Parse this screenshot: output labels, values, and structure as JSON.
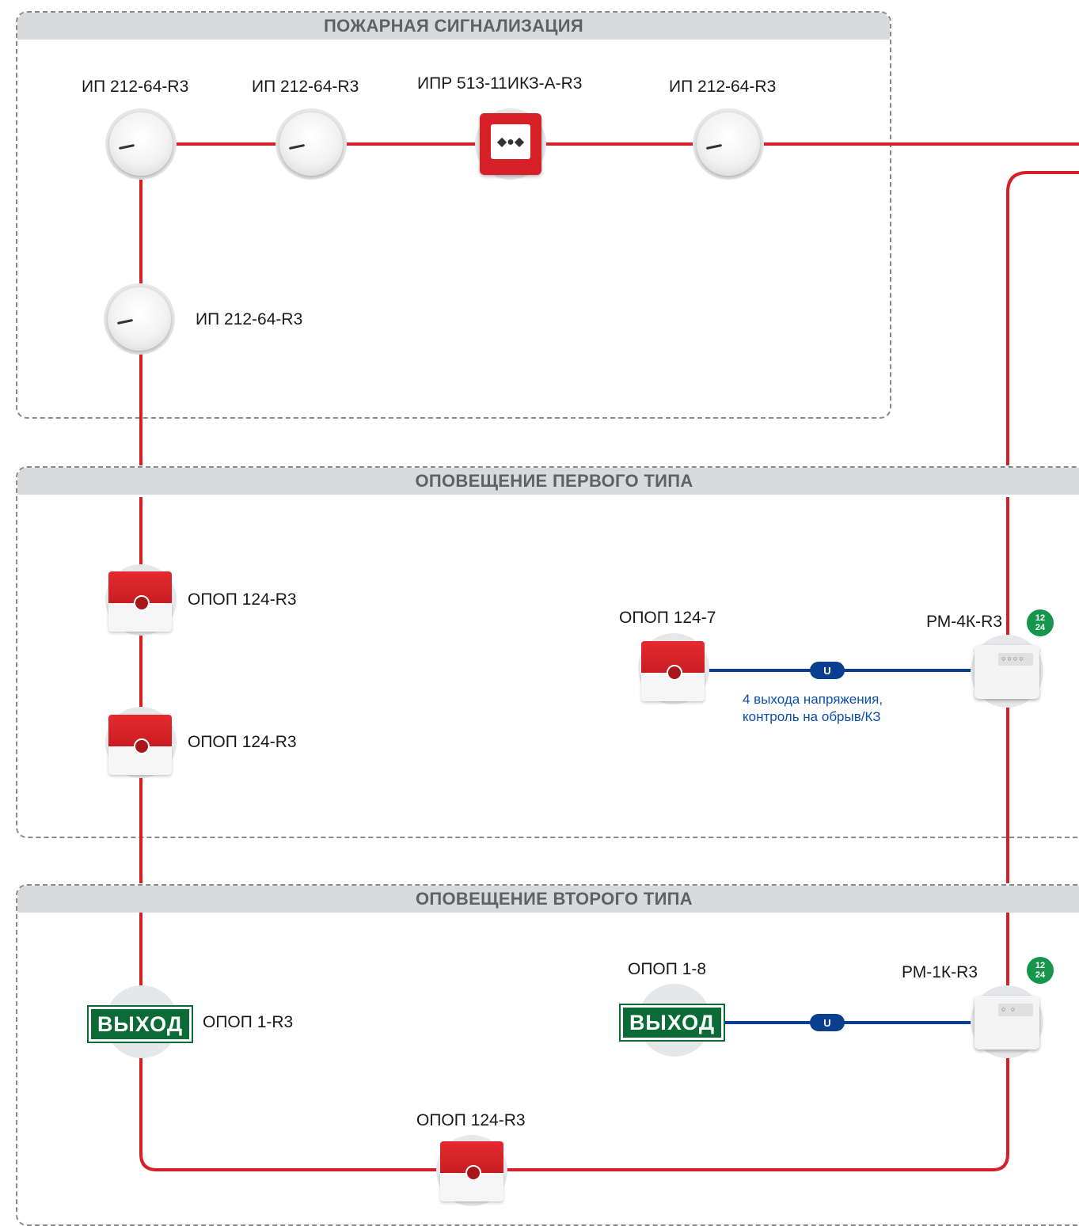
{
  "colors": {
    "wire": "#d61f26",
    "signal_wire": "#0a3f8f",
    "badge": "#15964c",
    "exit_sign": "#0a6b36"
  },
  "sections": {
    "fire_alarm": {
      "title": "ПОЖАРНАЯ СИГНАЛИЗАЦИЯ"
    },
    "alert_type1": {
      "title": "ОПОВЕЩЕНИЕ ПЕРВОГО ТИПА"
    },
    "alert_type2": {
      "title": "ОПОВЕЩЕНИЕ ВТОРОГО ТИПА"
    }
  },
  "devices": {
    "detector1": {
      "label": "ИП 212-64-R3",
      "icon": "smoke-detector-icon"
    },
    "detector2": {
      "label": "ИП 212-64-R3",
      "icon": "smoke-detector-icon"
    },
    "call_point": {
      "label": "ИПР 513-11ИКЗ-А-R3",
      "icon": "manual-call-point-icon"
    },
    "detector3": {
      "label": "ИП 212-64-R3",
      "icon": "smoke-detector-icon"
    },
    "detector4": {
      "label": "ИП 212-64-R3",
      "icon": "smoke-detector-icon"
    },
    "siren1": {
      "label": "ОПОП 124-R3",
      "icon": "siren-icon"
    },
    "siren2": {
      "label": "ОПОП 124-R3",
      "icon": "siren-icon"
    },
    "siren_wired": {
      "label": "ОПОП 124-7",
      "icon": "siren-icon"
    },
    "relay4": {
      "label": "РМ-4К-R3",
      "icon": "relay-module-icon",
      "badge_top": "12",
      "badge_bottom": "24"
    },
    "exit1": {
      "label": "ОПОП 1-R3",
      "sign_text": "ВЫХОД"
    },
    "exit_wired": {
      "label": "ОПОП 1-8",
      "sign_text": "ВЫХОД"
    },
    "relay1": {
      "label": "РМ-1К-R3",
      "icon": "relay-module-icon",
      "badge_top": "12",
      "badge_bottom": "24"
    },
    "siren3": {
      "label": "ОПОП 124-R3",
      "icon": "siren-icon"
    }
  },
  "links": {
    "u_label": "U",
    "note_line1": "4 выхода напряжения,",
    "note_line2": "контроль на обрыв/КЗ"
  }
}
